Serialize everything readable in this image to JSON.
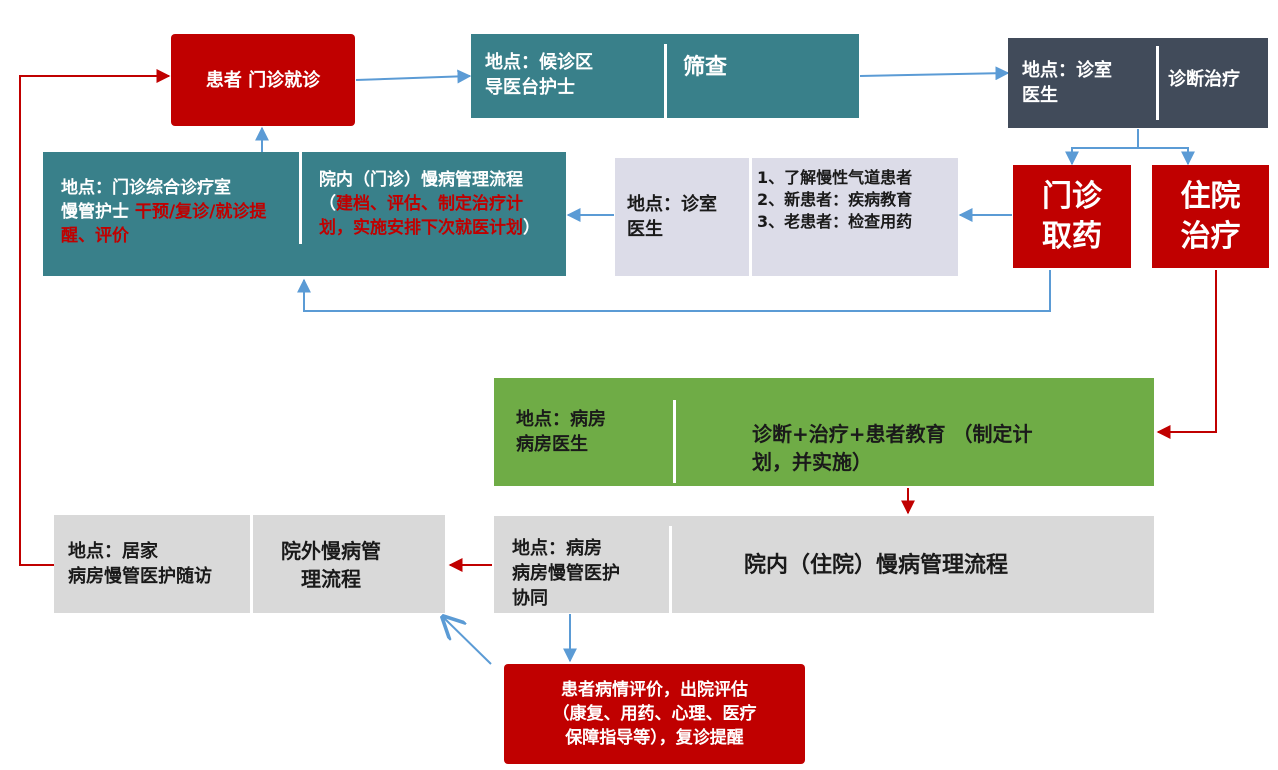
{
  "patient_visit": {
    "text": "患者 门诊就诊"
  },
  "screening_box": {
    "location": "地点：候诊区\n导医台护士",
    "action": "筛查"
  },
  "diagnosis_box": {
    "location": "地点：诊室\n医生",
    "action": "诊断治疗"
  },
  "outpatient_medicine": {
    "text": "门诊\n取药"
  },
  "hospitalization": {
    "text": "住院\n治疗"
  },
  "clinic_doctor_box": {
    "location": "地点：诊室\n医生",
    "items": [
      "1、了解慢性气道患者",
      "2、新患者：疾病教育",
      "3、老患者：检查用药"
    ]
  },
  "clinic_nurse_box": {
    "location": "地点：门诊综合诊疗室\n慢管护士",
    "highlight": "干预/复诊/就诊提醒、评价",
    "process_plain": "院内（门诊）慢病管理流程（",
    "process_red": "建档、评估、制定治疗计划，实施安排下次就医计划",
    "process_close": "）"
  },
  "ward_doctor_box": {
    "location": "地点：病房\n病房医生",
    "action": "诊断+治疗+患者教育 （制定计划，并实施）"
  },
  "ward_nurse_box": {
    "location": "地点：病房\n病房慢管医护\n协同",
    "action": "院内（住院）慢病管理流程"
  },
  "home_box": {
    "location": "地点：居家\n病房慢管医护随访",
    "action": "院外慢病管\n理流程"
  },
  "discharge_box": {
    "text": "患者病情评价，出院评估\n（康复、用药、心理、医疗\n保障指导等），复诊提醒"
  },
  "colors": {
    "red": "#c00000",
    "teal": "#39808a",
    "slate": "#414b5a",
    "lavender": "#dcdce8",
    "green": "#6fac46",
    "gray": "#d9d9d9",
    "arrow_blue": "#5b9bd5",
    "arrow_red": "#c00000"
  }
}
